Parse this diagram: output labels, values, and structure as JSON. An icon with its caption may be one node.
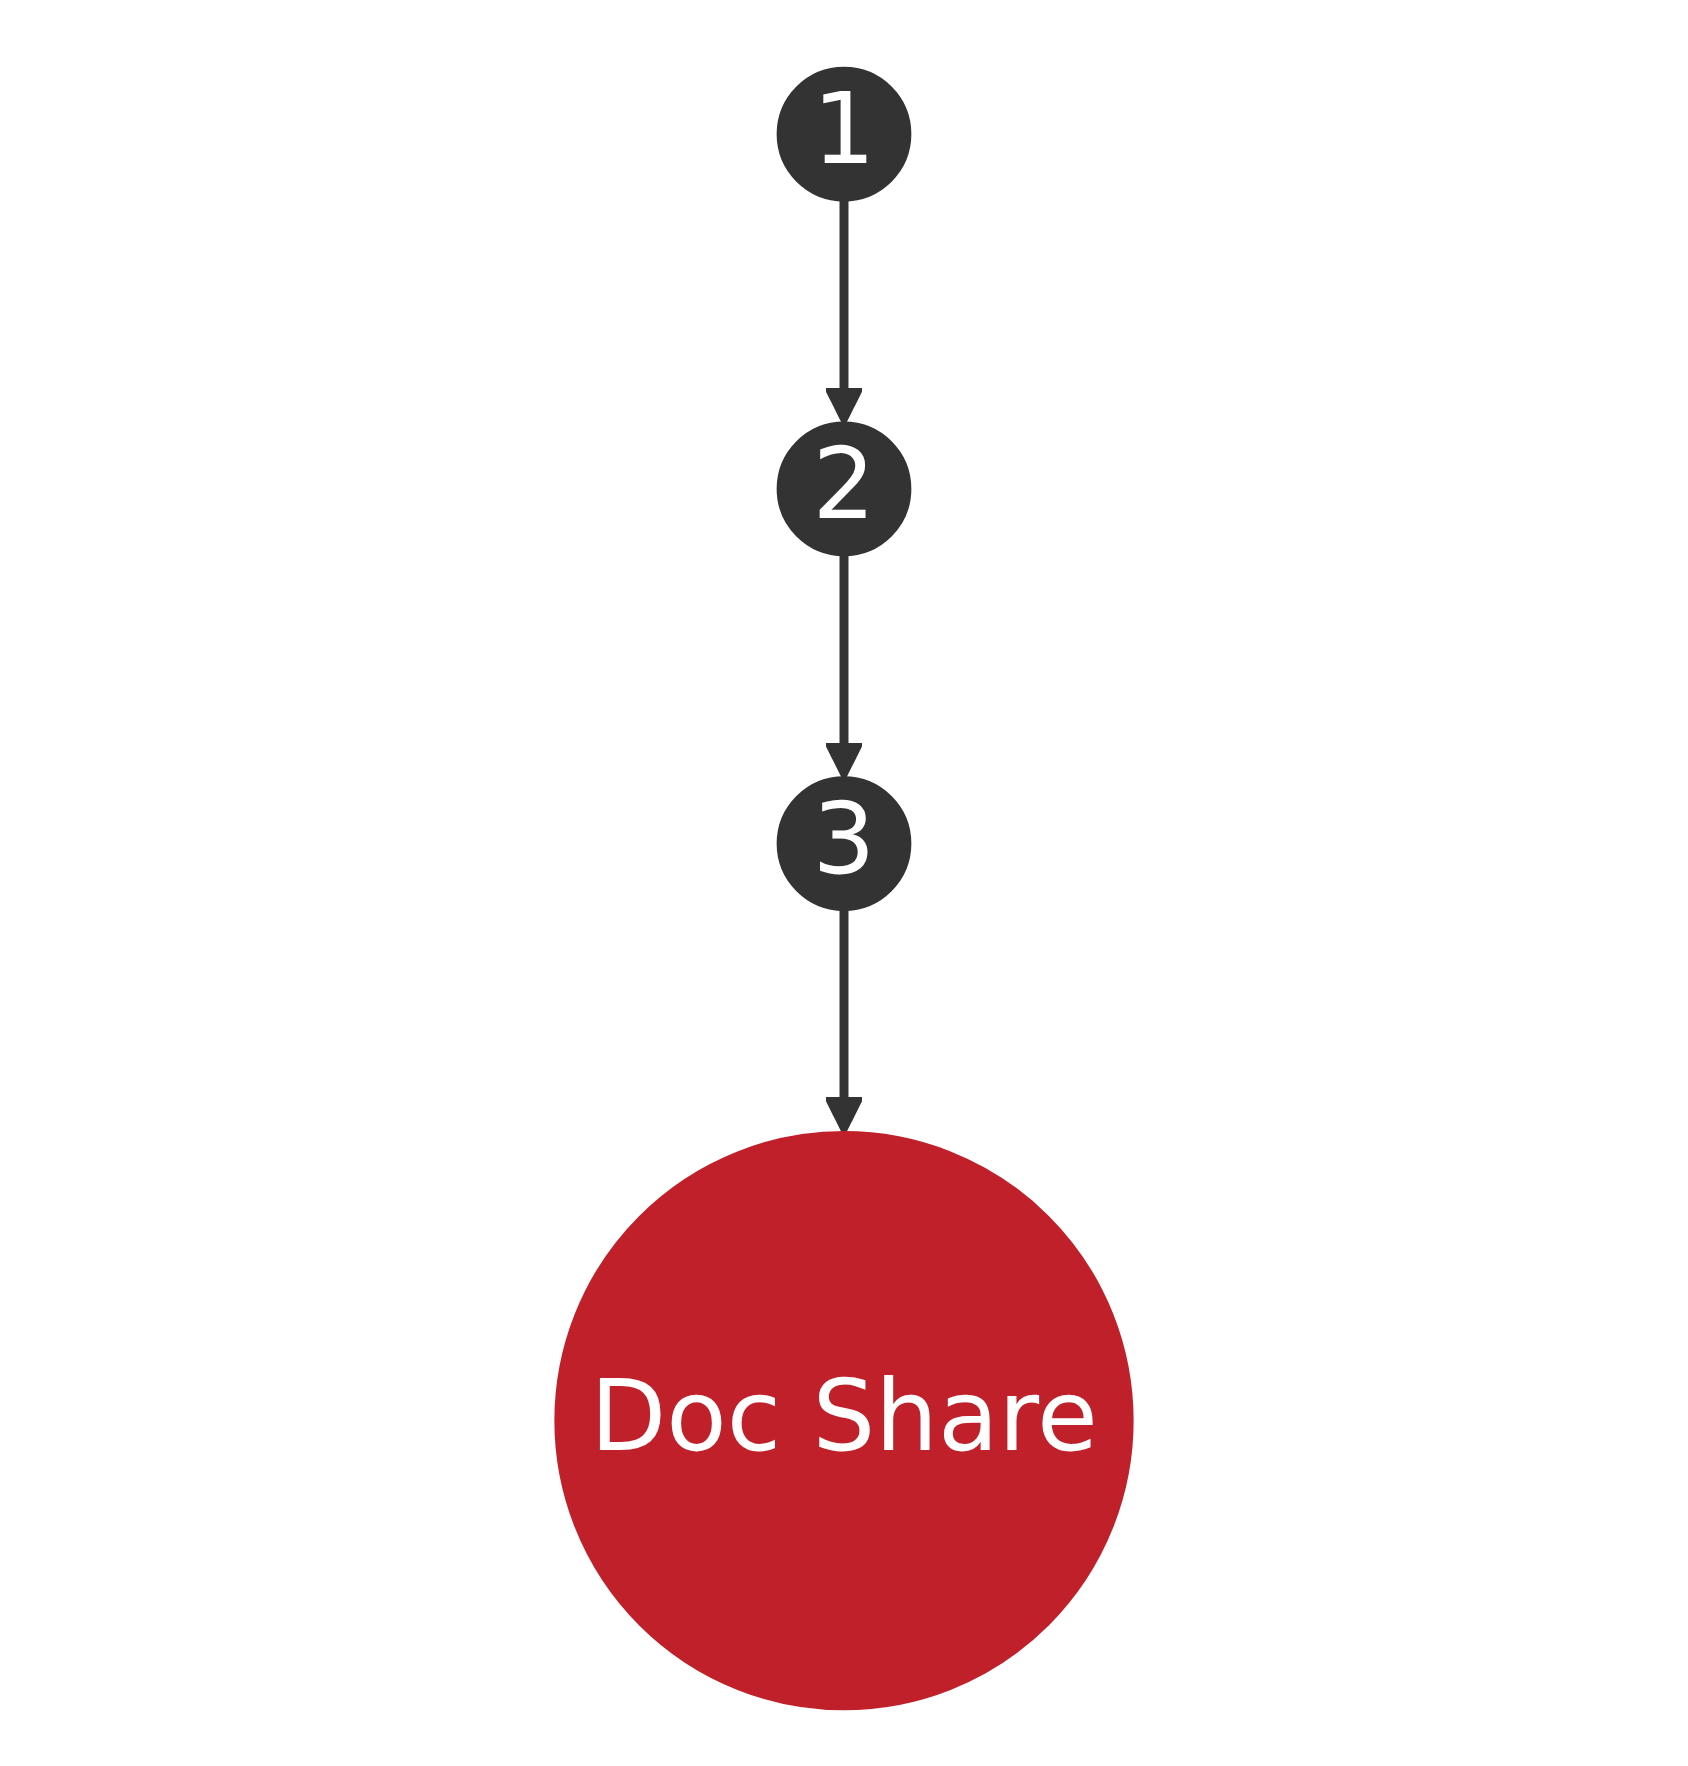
{
  "diagram": {
    "nodes": [
      {
        "text": [
          "1"
        ]
      },
      {
        "text": [
          "Doc Share"
        ]
      },
      {
        "text": [
          "3"
        ]
      },
      {
        "text": [
          "2"
        ]
      }
    ],
    "edges": [
      {
        "from": 0,
        "to": 3,
        "arrow": "to"
      },
      {
        "from": 3,
        "to": 2,
        "arrow": "to"
      },
      {
        "from": 2,
        "to": 1,
        "arrow": "to"
      }
    ]
  }
}
